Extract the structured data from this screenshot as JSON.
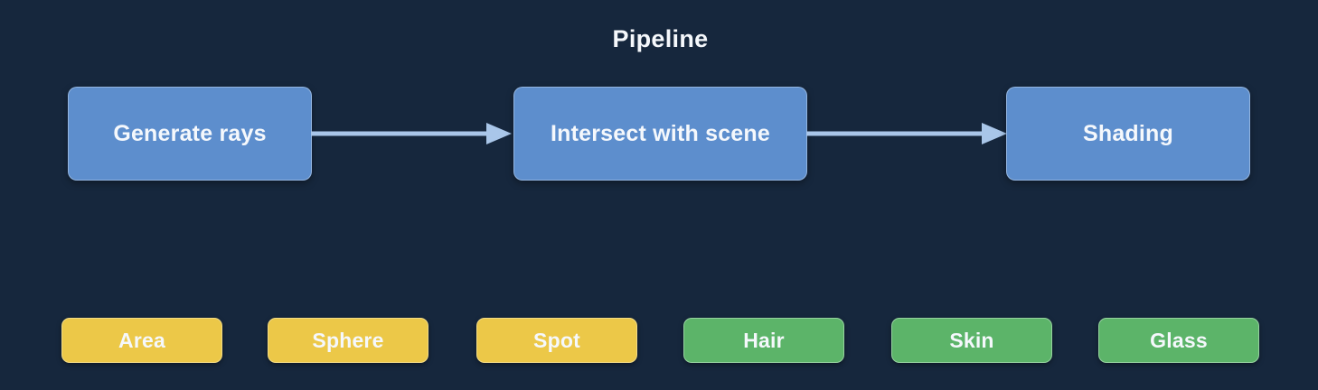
{
  "title": "Pipeline",
  "colors": {
    "background": "#16273d",
    "node_blue": "#5d8ecd",
    "arrow": "#a9c6e9",
    "light_yellow": "#ecc848",
    "material_green": "#5cb469",
    "text": "#f5f8fc"
  },
  "pipeline": {
    "nodes": [
      {
        "label": "Generate rays"
      },
      {
        "label": "Intersect with scene"
      },
      {
        "label": "Shading"
      }
    ],
    "connections": [
      {
        "from": "Generate rays",
        "to": "Intersect with scene"
      },
      {
        "from": "Intersect with scene",
        "to": "Shading"
      }
    ]
  },
  "tags": [
    {
      "label": "Area",
      "color": "#ecc848"
    },
    {
      "label": "Sphere",
      "color": "#ecc848"
    },
    {
      "label": "Spot",
      "color": "#ecc848"
    },
    {
      "label": "Hair",
      "color": "#5cb469"
    },
    {
      "label": "Skin",
      "color": "#5cb469"
    },
    {
      "label": "Glass",
      "color": "#5cb469"
    }
  ]
}
